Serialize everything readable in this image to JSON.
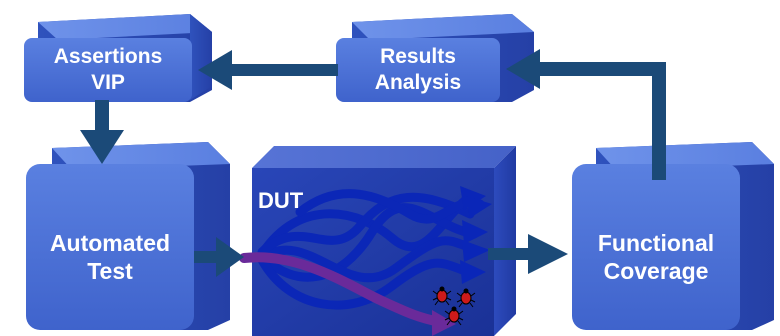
{
  "diagram": {
    "nodes": {
      "assertions_vip": {
        "lines": [
          "Assertions",
          "VIP"
        ]
      },
      "results_analysis": {
        "lines": [
          "Results",
          "Analysis"
        ]
      },
      "automated_test": {
        "lines": [
          "Automated",
          "Test"
        ]
      },
      "dut": {
        "label": "DUT"
      },
      "functional_coverage": {
        "lines": [
          "Functional",
          "Coverage"
        ]
      }
    },
    "edges": [
      {
        "from": "results_analysis",
        "to": "assertions_vip"
      },
      {
        "from": "assertions_vip",
        "to": "automated_test"
      },
      {
        "from": "automated_test",
        "to": "dut"
      },
      {
        "from": "dut",
        "to": "functional_coverage"
      },
      {
        "from": "functional_coverage",
        "to": "results_analysis"
      }
    ],
    "colors": {
      "box_face": "#4a6fd6",
      "box_top": "#6a8fe8",
      "box_side": "#2a4bb0",
      "dut_face": "#1f3aa8",
      "dut_top": "#4f6dd2",
      "dut_side": "#2443b8",
      "arrow": "#1b4a78",
      "tangle": "#0a26b8",
      "bug_path": "#6a2a9a",
      "bug": "#cc1a1a"
    }
  }
}
